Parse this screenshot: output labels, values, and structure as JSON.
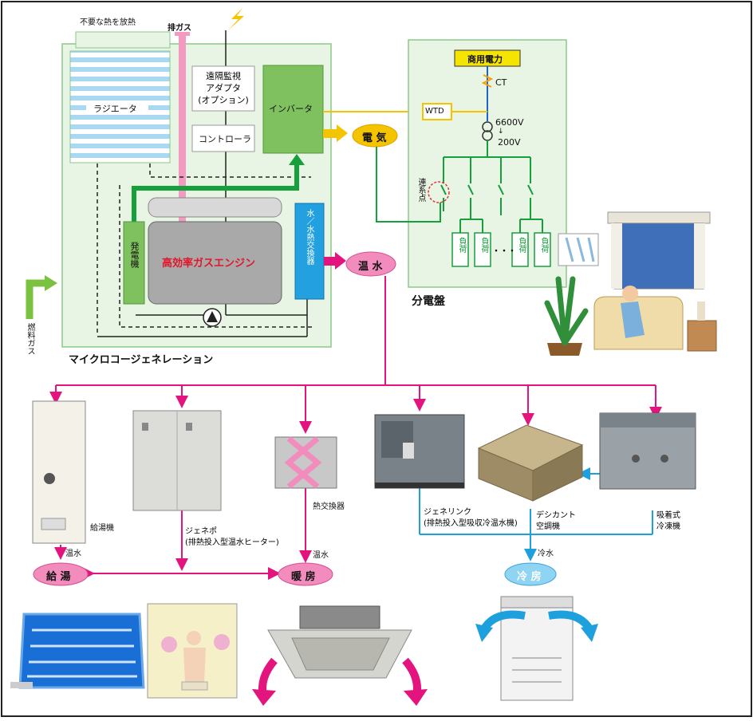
{
  "micro_cogen": {
    "title": "マイクロコージェネレーション",
    "heat_discharge": "不要な熱を放熱",
    "exhaust": "排ガス",
    "radiator": "ラジエータ",
    "remote_adapter": [
      "遠隔監視",
      "アダプタ",
      "(オプション)"
    ],
    "controller": "コントローラ",
    "inverter": "インバータ",
    "generator": "発電機",
    "engine": "高効率ガスエンジン",
    "heat_exchanger": "水／水熱交換器",
    "fuel_gas": "燃料ガス"
  },
  "outputs": {
    "electricity": "電 気",
    "hot_water": "温 水"
  },
  "panel": {
    "title": "分電盤",
    "utility_power": "商用電力",
    "ct": "CT",
    "wtd": "WTD",
    "voltage_high": "6600V",
    "voltage_low": "200V",
    "interconnect": "連系点",
    "load": "負荷",
    "ellipsis": "・・・"
  },
  "equipment": {
    "water_heater": "給湯機",
    "genepo": [
      "ジェネポ",
      "(排熱投入型温水ヒーター)"
    ],
    "heat_exchanger": "熱交換器",
    "genelink": [
      "ジェネリンク",
      "(排熱投入型吸収冷温水機)"
    ],
    "desiccant": [
      "デシカント",
      "空調機"
    ],
    "adsorption_chiller": [
      "吸着式",
      "冷凍機"
    ]
  },
  "flows": {
    "hot_water": "温水",
    "cold_water": "冷水"
  },
  "uses": {
    "hot_supply": "給 湯",
    "heating": "暖 房",
    "cooling": "冷 房"
  },
  "colors": {
    "green_box": "#e9f5e4",
    "green_border": "#8bc88a",
    "pink": "#e4147f",
    "green": "#16a03c",
    "cyan": "#1ea0dc",
    "yellow": "#f5c400",
    "gray": "#9a9a9a"
  }
}
